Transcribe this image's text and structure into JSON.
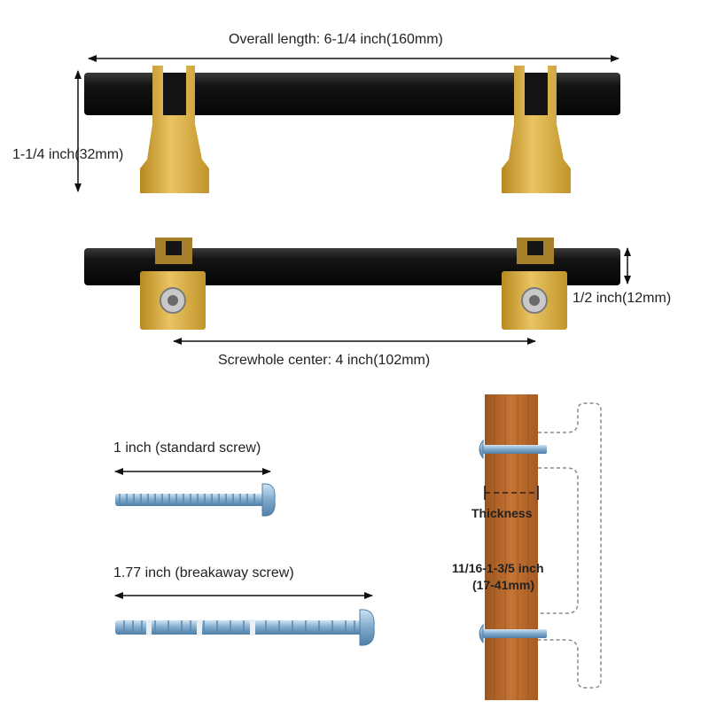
{
  "dimensions": {
    "overall_length": "Overall length: 6-1/4 inch(160mm)",
    "height": "1-1/4 inch(32mm)",
    "thickness_bar": "1/2 inch(12mm)",
    "screwhole_center": "Screwhole center: 4 inch(102mm)"
  },
  "screws": {
    "standard": "1 inch (standard screw)",
    "breakaway": "1.77 inch (breakaway screw)"
  },
  "install": {
    "thickness_label": "Thickness",
    "range_line1": "11/16-1-3/5 inch",
    "range_line2": "(17-41mm)"
  },
  "colors": {
    "bar": "#141414",
    "gold": "#d4a93a",
    "wood": "#b8672a",
    "screw": "#8fb8d8"
  }
}
